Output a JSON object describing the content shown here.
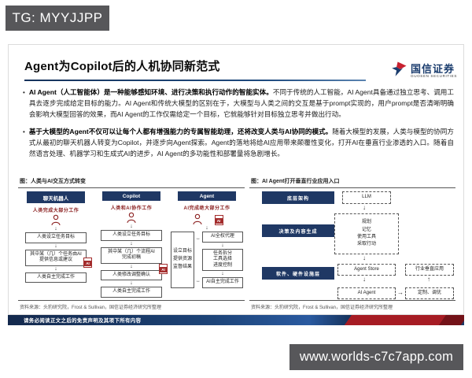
{
  "badge": {
    "text": "TG: MYYJJPP"
  },
  "url_box": {
    "text": "www.worlds-c7c7app.com"
  },
  "colors": {
    "navy": "#1f3864",
    "dark_red": "#8b2020",
    "logo_red": "#c8202f",
    "logo_blue": "#1b3d6e",
    "footer_blue": "#1d4478",
    "badge_gray": "#57575a"
  },
  "slide": {
    "title": "Agent为Copilot后的人机协同新范式",
    "logo": {
      "name": "国信证券",
      "sub": "GUOSEN SECURITIES"
    },
    "bullets": [
      {
        "bold": "AI Agent（人工智能体）是一种能够感知环境、进行决策和执行动作的智能实体。",
        "text": "不同于传统的人工智能，AI Agent具备通过独立思考、调用工具去逐步完成给定目标的能力。AI Agent和传统大模型的区别在于，大模型与人类之间的交互是基于prompt实现的，用户prompt是否清晰明确会影响大模型回答的效果，而AI Agent的工作仅需给定一个目标，它就能够针对目标独立思考并做出行动。"
      },
      {
        "bold": "基于大模型的Agent不仅可以让每个人都有增强能力的专属智能助理，还将改变人类与AI协同的模式。",
        "text": "随着大模型的发展，人类与模型的协同方式从最初的聊天机器人转变为Copilot，并逐步向Agent探索。Agent的落地将给AI应用带来颠覆性变化，打开AI在垂直行业渗透的入口。随着自然语言处理、机器学习和生成式AI的进步，AI Agent的多功能性和部署量将急剧增长。"
      }
    ],
    "fig_left": {
      "title": "图：人类与AI交互方式转变",
      "source": "资料来源：头豹研究院，Frost & Sullivan，国信证券经济研究所整理",
      "ai_icon_label": "AI",
      "columns": [
        {
          "header": "聊天机器人",
          "subtitle": "人类完成大部分工作",
          "steps": [
            "人类设立任务目标",
            "其中某（几）个任务由AI\n提供信息或建议",
            "人类自主完成工作"
          ]
        },
        {
          "header": "Copilot",
          "subtitle": "人类和AI协作工作",
          "steps": [
            "人类设立任务目标",
            "其中某（几）个流程AI\n完成初稿",
            "人类修改调整确认",
            "人类自主完成工作"
          ]
        },
        {
          "header": "Agent",
          "subtitle": "AI完成绝大部分工作",
          "human_box": "设立目标\n提供资源\n监督结果",
          "ai_steps": [
            "AI全权代理",
            "任务拆分\n工具选择\n进度控制",
            "AI自主完成工作"
          ]
        }
      ]
    },
    "fig_right": {
      "title": "图：AI Agent打开垂直行业应用入口",
      "source": "资料来源：头豹研究院，Frost & Sullivan，国信证券经济研究所整理",
      "layers": [
        "底层架构",
        "决策及内容生成",
        "软件、硬件设施层"
      ],
      "nodes": {
        "llm": "LLM",
        "core": "规划\n记忆\n使用工具\n采取行动",
        "store": "Agent Store",
        "agent": "AI Agent",
        "custom": "定制、调优",
        "vertical": "行业垂直应用"
      }
    },
    "footer": "请务必阅读正文之后的免责声明及其项下所有内容"
  }
}
